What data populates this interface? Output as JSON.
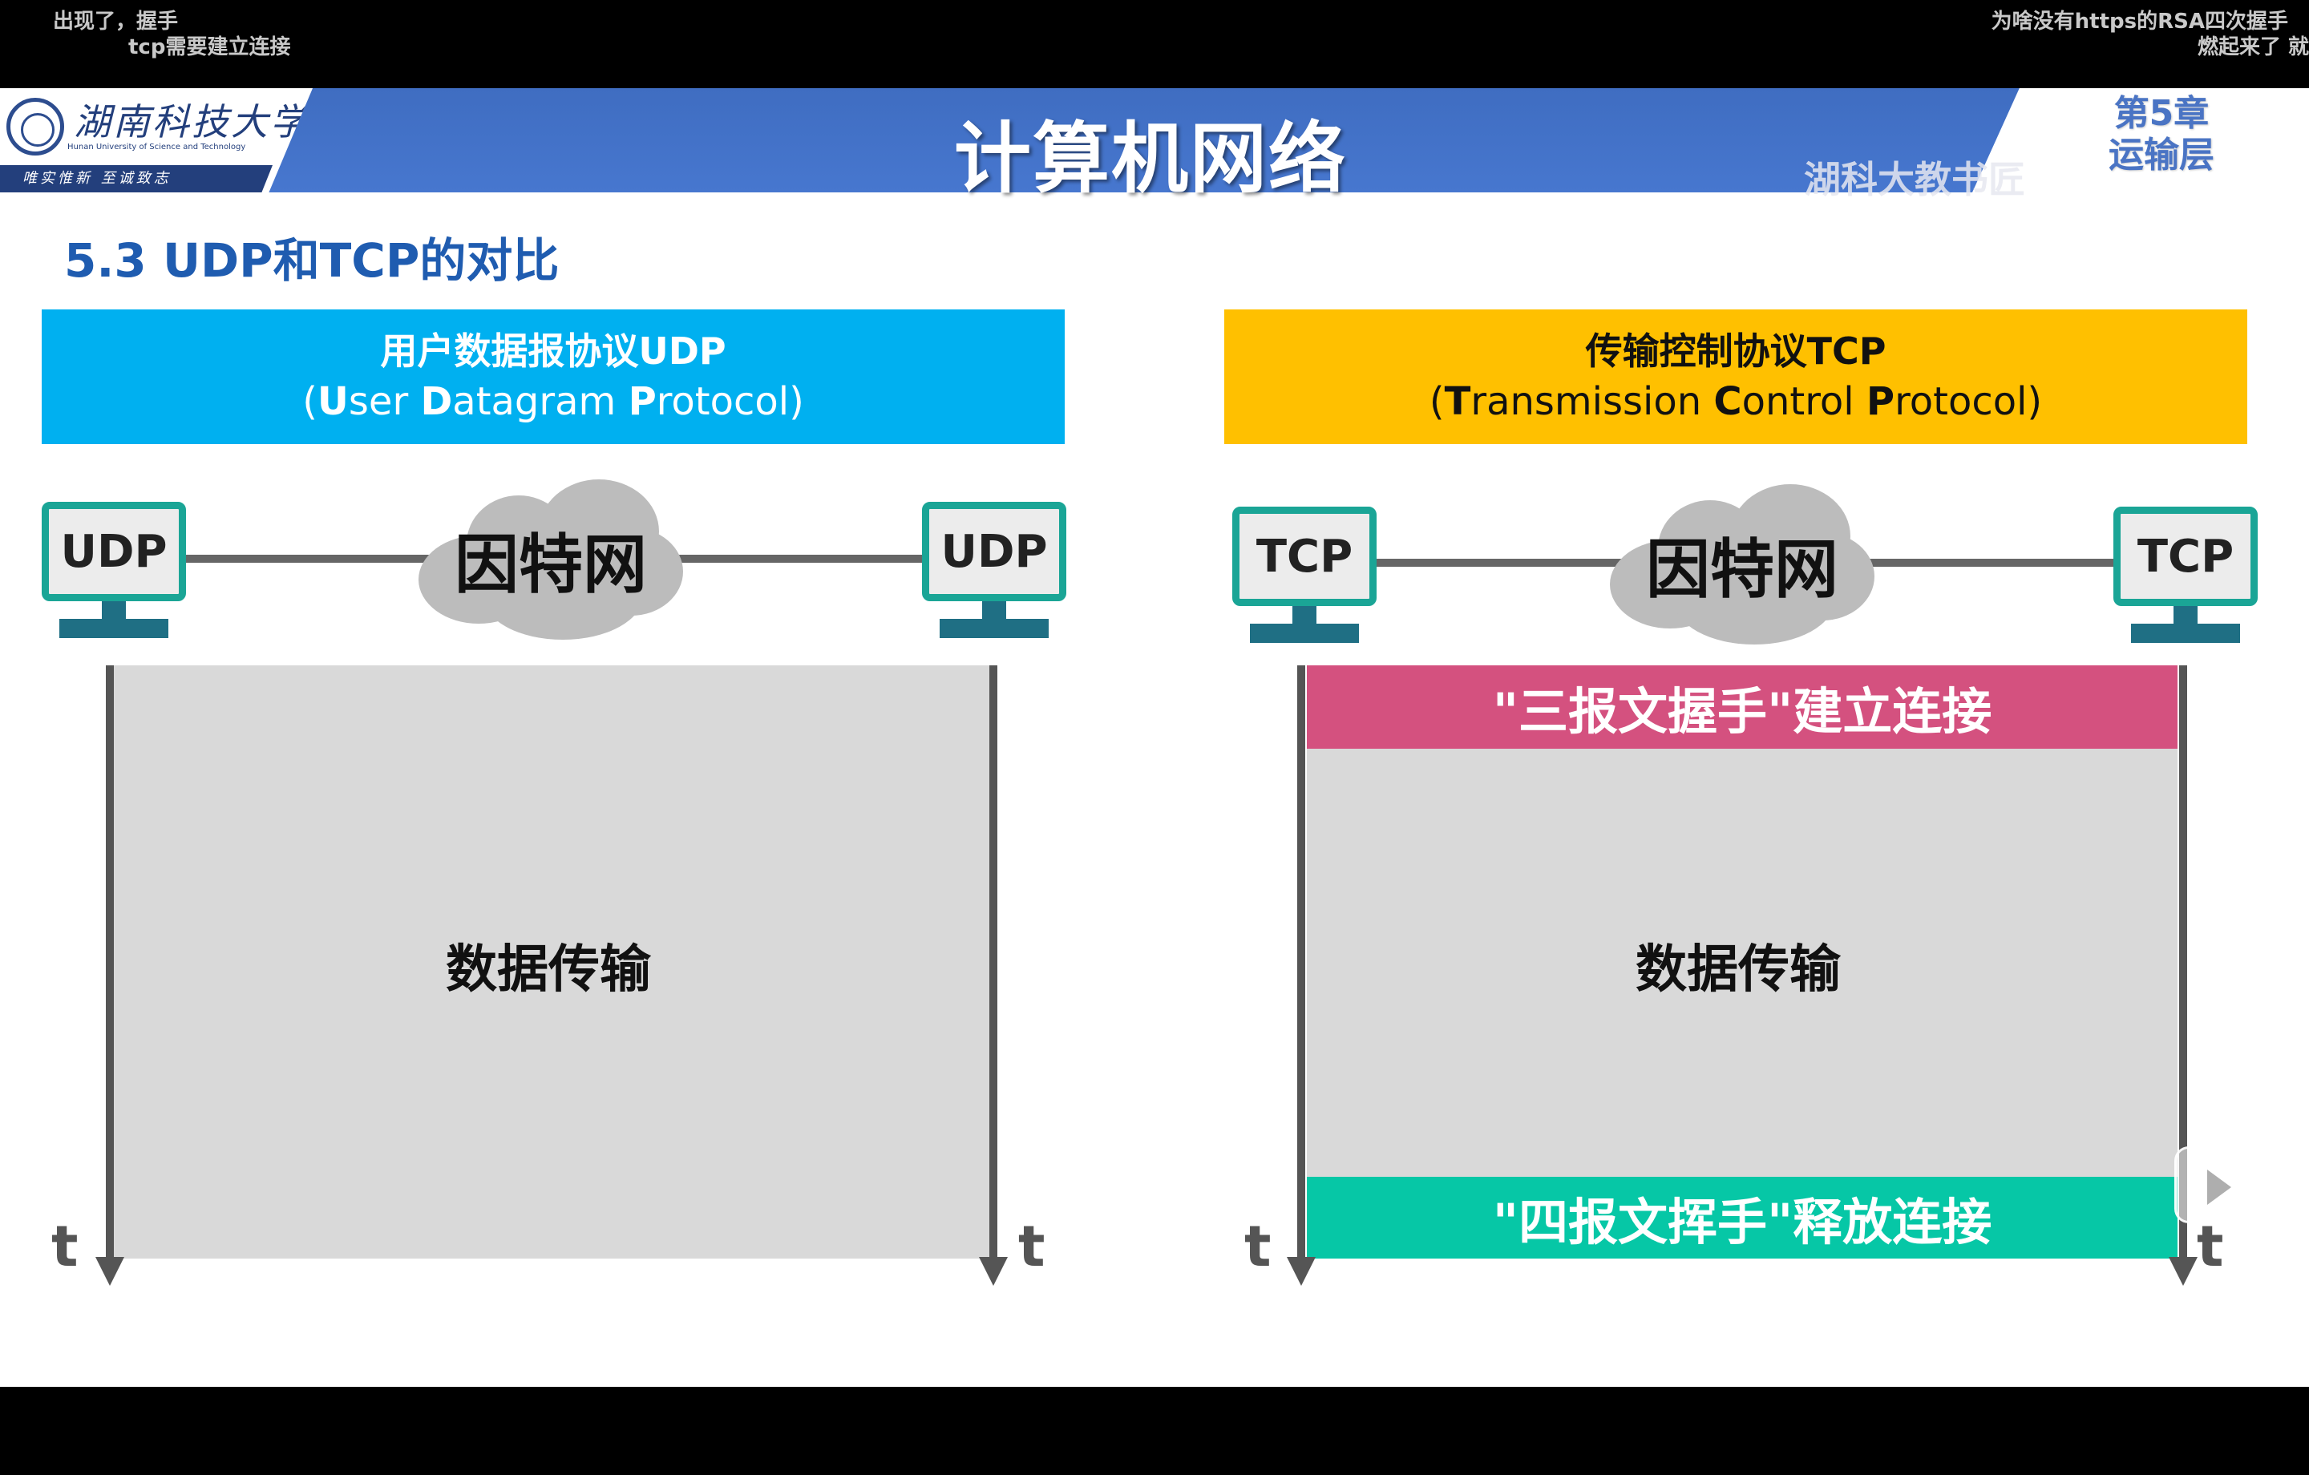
{
  "danmaku": {
    "left": [
      "出现了，握手",
      "tcp需要建立连接"
    ],
    "right": [
      "为啥没有https的RSA四次握手",
      "燃起来了 就"
    ]
  },
  "logo": {
    "name_cn": "湖南科技大学",
    "name_en": "Hunan University of Science and Technology",
    "motto": "唯实惟新 至诚致志"
  },
  "header": {
    "course_title": "计算机网络",
    "chapter": "第5章",
    "chapter_sub": "运输层",
    "watermark": "湖科大教书匠"
  },
  "section_title": "5.3 UDP和TCP的对比",
  "udp": {
    "name": "用户数据报协议UDP",
    "english": [
      "U",
      "ser ",
      "D",
      "atagram ",
      "P",
      "rotocol"
    ],
    "endpoint_label": "UDP",
    "cloud_label": "因特网",
    "transfer_label": "数据传输",
    "time_label": "t"
  },
  "tcp": {
    "name": "传输控制协议TCP",
    "english": [
      "T",
      "ransmission ",
      "C",
      "ontrol ",
      "P",
      "rotocol"
    ],
    "endpoint_label": "TCP",
    "cloud_label": "因特网",
    "handshake_label": "\"三报文握手\"建立连接",
    "transfer_label": "数据传输",
    "teardown_label": "\"四报文挥手\"释放连接",
    "time_label": "t"
  },
  "colors": {
    "banner": "#4777cf",
    "udp_header": "#00b0f0",
    "tcp_header": "#ffc000",
    "handshake": "#d4517f",
    "teardown": "#06c7a6",
    "monitor": "#1aa596"
  }
}
